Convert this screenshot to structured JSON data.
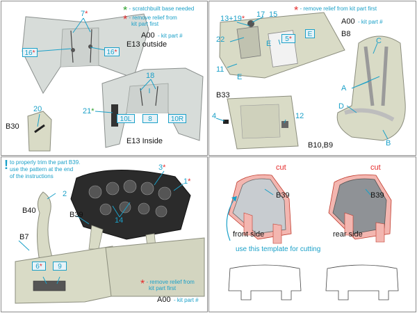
{
  "panel1": {
    "labels": {
      "n7": "7",
      "n16a": "16",
      "n16b": "16",
      "n18": "18",
      "n21": "21",
      "n20": "20",
      "b10l": "10L",
      "b8": "8",
      "b10r": "10R",
      "e13_outside": "E13 outside",
      "e13_inside": "E13 Inside",
      "b30": "B30"
    },
    "legend": {
      "green_text": "- scratchbuilt base needed",
      "red_text_1": "- remove relief from",
      "red_text_2": "kit part first",
      "part_code": "A00",
      "part_suffix": "- kit part #"
    }
  },
  "panel2": {
    "labels": {
      "n13_19": "13+19",
      "n17": "17",
      "n15": "15",
      "n22": "22",
      "n5": "5",
      "n11": "11",
      "e1": "E",
      "e2": "E",
      "e3": "E",
      "b8": "B8",
      "b33": "B33",
      "n4": "4",
      "n12": "12",
      "a": "A",
      "c": "C",
      "d": "D",
      "b": "B",
      "b10b9": "B10,B9"
    },
    "legend": {
      "red_text": "- remove relief from kit part first",
      "part_code": "A00",
      "part_suffix": "- kit part #"
    }
  },
  "panel3": {
    "note_lines": [
      "to properly trim the part B39.",
      "use the pattern at the end",
      "of the instructions"
    ],
    "labels": {
      "n2": "2",
      "b40": "B40",
      "b39": "B39",
      "n3": "3",
      "n1": "1",
      "n14": "14",
      "b7": "B7",
      "n6": "6",
      "n9": "9"
    },
    "legend": {
      "red_text_1": "- remove relief from",
      "red_text_2": "kit part first",
      "part_code": "A00",
      "part_suffix": "- kit part #"
    }
  },
  "panel4": {
    "labels": {
      "cut_left": "cut",
      "cut_right": "cut",
      "b39_left": "B39",
      "b39_right": "B39",
      "front_side": "front side",
      "rear_side": "rear side",
      "template_text": "use this template for cutting"
    }
  },
  "colors": {
    "callout": "#1aa0c8",
    "red_star": "#e52a2a",
    "green_star": "#2aa02a",
    "part_grey": "#d7dcd9",
    "part_beige": "#d9dbc6",
    "cut_pink": "#f3b6b0",
    "dark_panel": "#2b2b2b"
  }
}
